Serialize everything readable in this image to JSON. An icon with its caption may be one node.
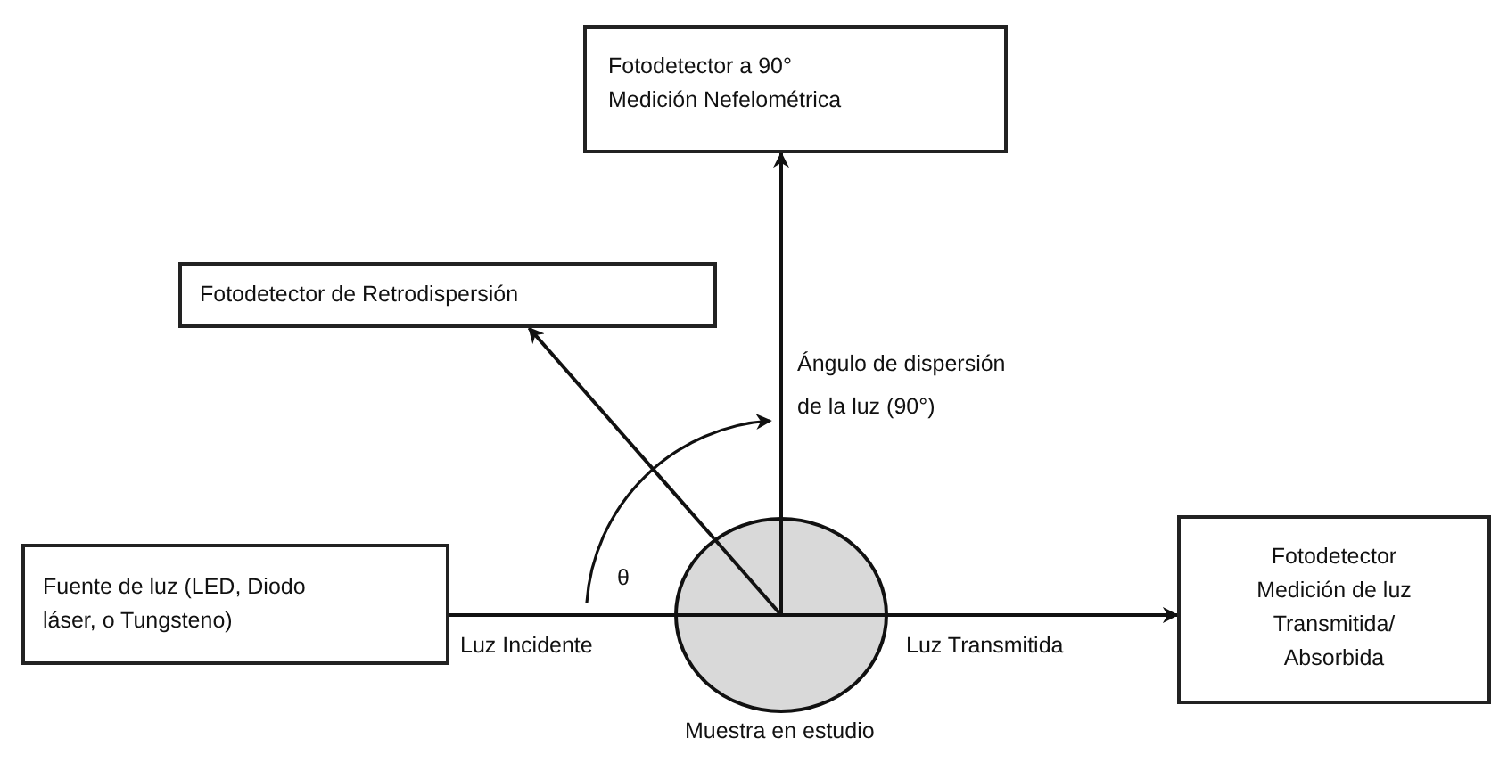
{
  "diagram": {
    "nodes": [
      {
        "text": [
          "Fotodetector a 90° Medición Nefelométrica"
        ]
      },
      {
        "text": [
          "Fotodetector de Retrodispersión"
        ]
      },
      {
        "text": [
          "Fuente de luz (LED, Diodo láser, o Tungsteno)"
        ]
      },
      {
        "text": [],
        "shape": "circle",
        "beside": [
          "Muestra en estudio"
        ]
      },
      {
        "text": [
          "Fotodetector Medición de luz Transmitida/ Absorbida"
        ]
      }
    ],
    "edges": [
      {
        "from": 2,
        "to": 3,
        "arrow": "none",
        "label": "Luz Incidente"
      },
      {
        "from": 3,
        "to": 4,
        "arrow": "to",
        "label": "Luz Transmitida"
      },
      {
        "from": 3,
        "to": 0,
        "arrow": "to"
      },
      {
        "from": 3,
        "to": 1,
        "arrow": "to"
      }
    ],
    "labels": [
      "θ",
      "Ángulo de dispersión de la luz (90°)"
    ]
  }
}
